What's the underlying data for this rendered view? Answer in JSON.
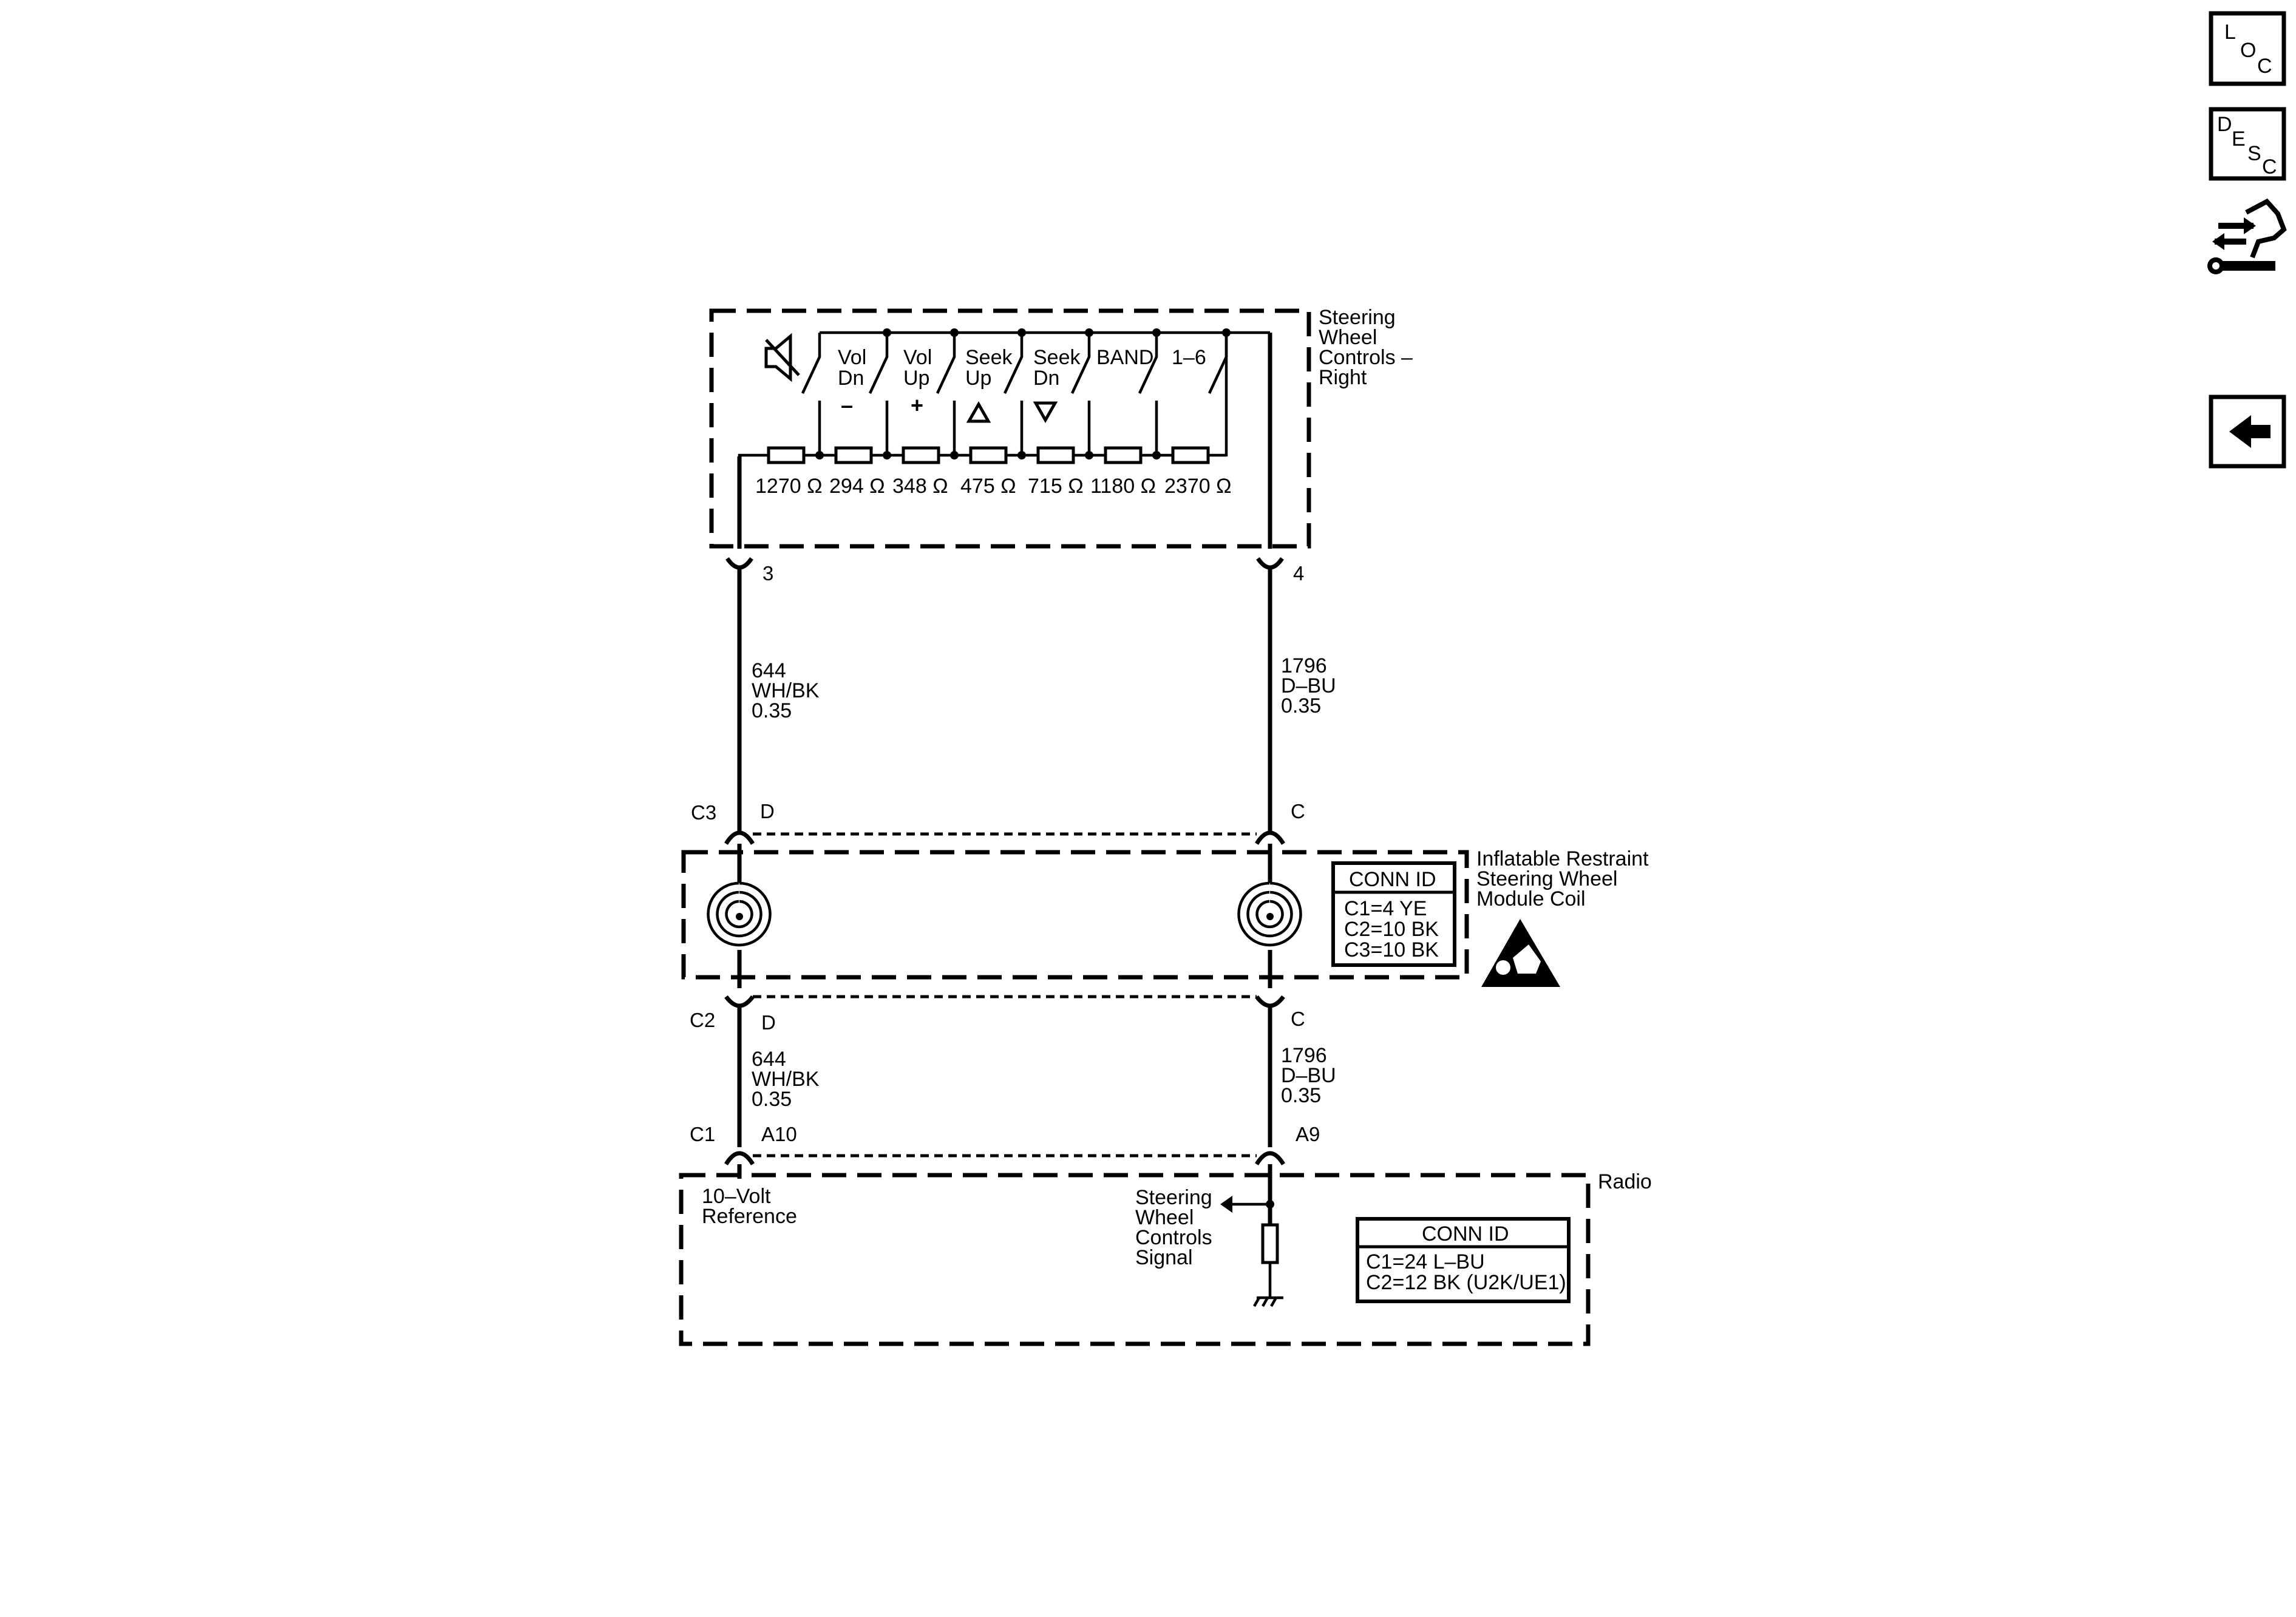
{
  "nav": {
    "loc": {
      "l1": "L",
      "l2": "O",
      "l3": "C"
    },
    "desc": {
      "l1": "D",
      "l2": "E",
      "l3": "S",
      "l4": "C"
    },
    "tools_icon": "connector-tools-icon",
    "back_icon": "back-arrow-icon"
  },
  "swc": {
    "name": [
      "Steering",
      "Wheel",
      "Controls –",
      "Right"
    ],
    "switches": [
      {
        "icon": "mute-speaker-icon"
      },
      {
        "label": [
          "Vol",
          "Dn"
        ],
        "sym": "–"
      },
      {
        "label": [
          "Vol",
          "Up"
        ],
        "sym": "+"
      },
      {
        "label": [
          "Seek",
          "Up"
        ],
        "sym": "△"
      },
      {
        "label": [
          "Seek",
          "Dn"
        ],
        "sym": "▽"
      },
      {
        "label": [
          "BAND"
        ]
      },
      {
        "label": [
          "1–6"
        ]
      }
    ],
    "resistors": [
      "1270",
      "294",
      "348",
      "475",
      "715",
      "1180",
      "2370"
    ],
    "ohm": "Ω",
    "pins": [
      "3",
      "4"
    ]
  },
  "wires_upper": {
    "left": {
      "circuit": "644",
      "color": "WH/BK",
      "gauge": "0.35"
    },
    "right": {
      "circuit": "1796",
      "color": "D–BU",
      "gauge": "0.35"
    }
  },
  "coil": {
    "name": [
      "Inflatable Restraint",
      "Steering Wheel",
      "Module Coil"
    ],
    "top_conn": "C3",
    "bottom_conn": "C2",
    "pin_left": "D",
    "pin_right": "C",
    "conn_id": {
      "title": "CONN ID",
      "rows": [
        "C1=4 YE",
        "C2=10 BK",
        "C3=10 BK"
      ]
    },
    "warning_icon": "airbag-warning-icon"
  },
  "wires_lower": {
    "left": {
      "circuit": "644",
      "color": "WH/BK",
      "gauge": "0.35"
    },
    "right": {
      "circuit": "1796",
      "color": "D–BU",
      "gauge": "0.35"
    }
  },
  "radio": {
    "name": "Radio",
    "conn": "C1",
    "pin_left": "A10",
    "pin_right": "A9",
    "ref_label": [
      "10–Volt",
      "Reference"
    ],
    "signal_label": [
      "Steering",
      "Wheel",
      "Controls",
      "Signal"
    ],
    "conn_id": {
      "title": "CONN ID",
      "rows": [
        "C1=24 L–BU",
        "C2=12 BK (U2K/UE1)"
      ]
    }
  }
}
